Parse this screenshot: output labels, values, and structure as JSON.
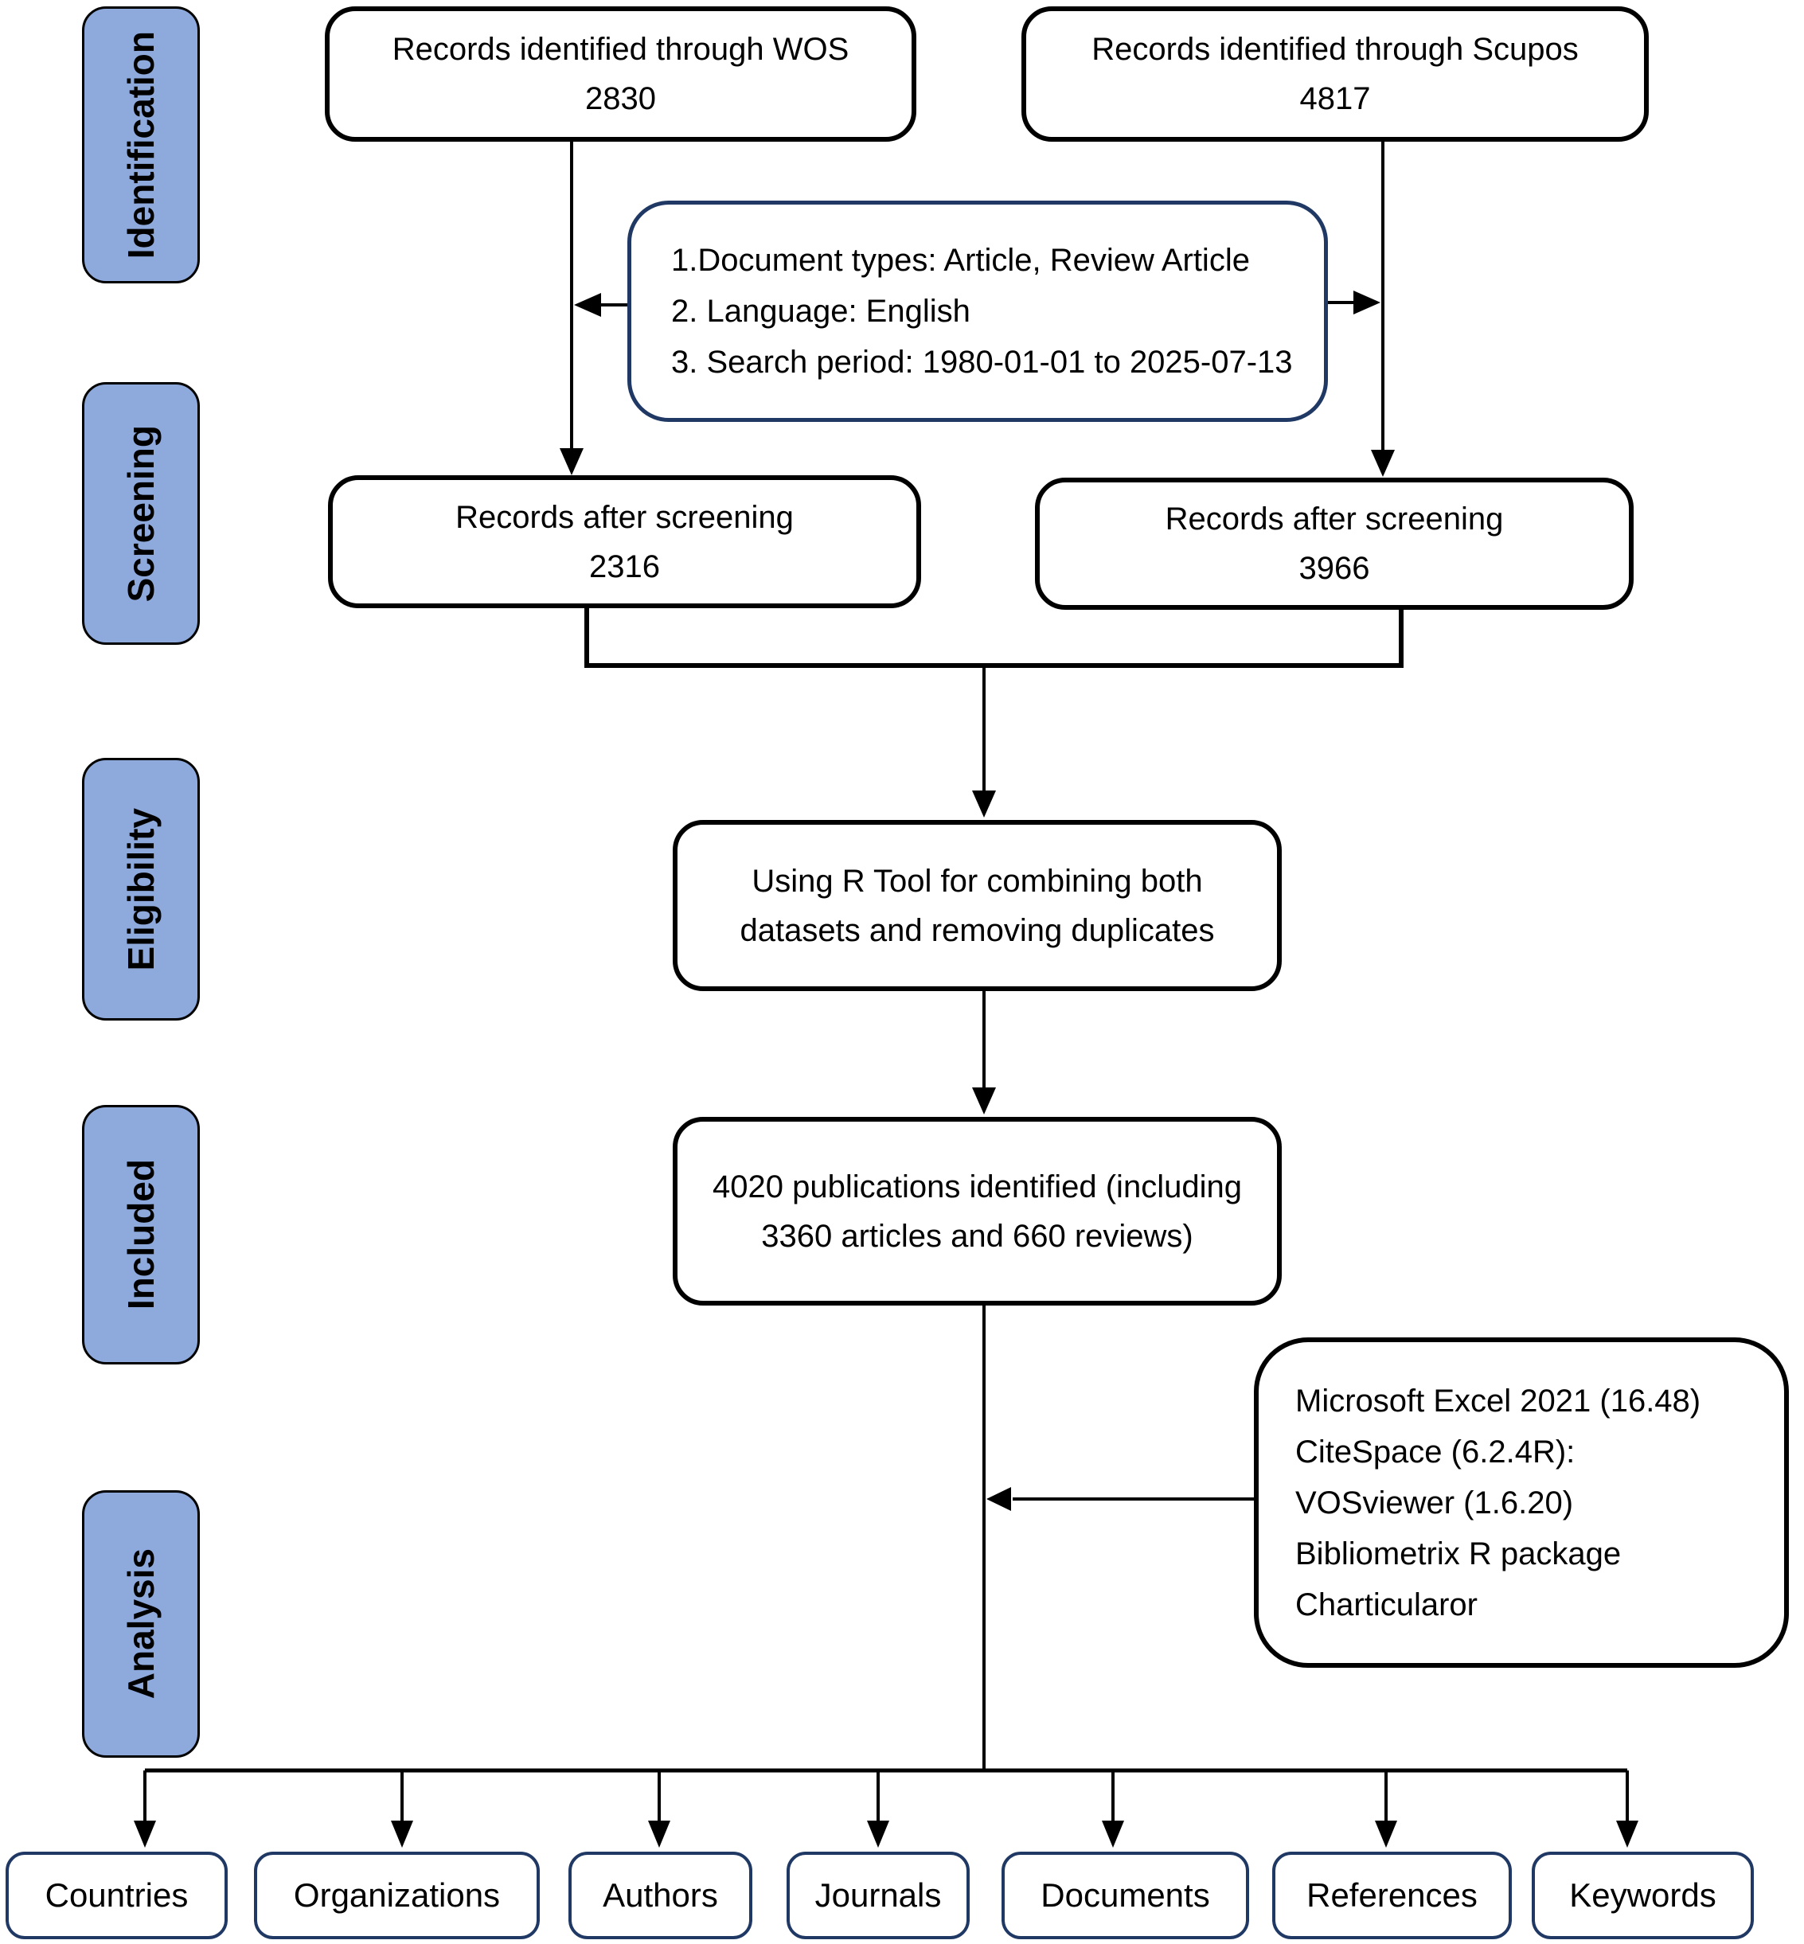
{
  "figure": {
    "type": "bibliometric-prisma-flowchart"
  },
  "stages": [
    {
      "label": "Identification"
    },
    {
      "label": "Screening"
    },
    {
      "label": "Eligibility"
    },
    {
      "label": "Included"
    },
    {
      "label": "Analysis"
    }
  ],
  "boxes": {
    "wos": {
      "title": "Records identified through WOS",
      "value": "2830"
    },
    "scopus": {
      "title": "Records identified through Scupos",
      "value": "4817"
    },
    "criteria": {
      "lines": [
        "1.Document types: Article, Review Article",
        "2. Language: English",
        "3. Search period: 1980-01-01 to 2025-07-13"
      ]
    },
    "wos_screened": {
      "title": "Records after screening",
      "value": "2316"
    },
    "scopus_screened": {
      "title": "Records after screening",
      "value": "3966"
    },
    "merge": {
      "text": "Using R Tool for combining both datasets and removing duplicates"
    },
    "included": {
      "text": "4020 publications identified (including 3360 articles and 660 reviews)"
    },
    "tools": {
      "lines": [
        "Microsoft Excel 2021 (16.48)",
        "CiteSpace (6.2.4R):",
        "VOSviewer (1.6.20)",
        "Bibliometrix R package",
        "Charticularor"
      ]
    }
  },
  "outputs": [
    {
      "label": "Countries"
    },
    {
      "label": "Organizations"
    },
    {
      "label": "Authors"
    },
    {
      "label": "Journals"
    },
    {
      "label": "Documents"
    },
    {
      "label": "References"
    },
    {
      "label": "Keywords"
    }
  ],
  "colors": {
    "stage_fill": "#8EA9DB",
    "navy": "#1F3864",
    "line": "#000000"
  }
}
